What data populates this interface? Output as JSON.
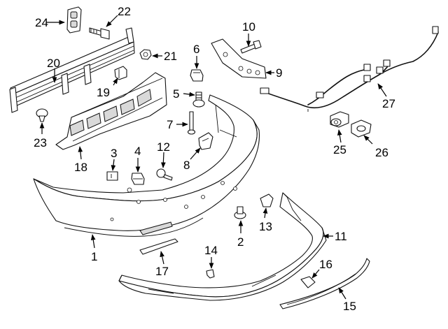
{
  "diagram": {
    "type": "exploded parts diagram",
    "callouts": [
      {
        "num": "1"
      },
      {
        "num": "2"
      },
      {
        "num": "3"
      },
      {
        "num": "4"
      },
      {
        "num": "5"
      },
      {
        "num": "6"
      },
      {
        "num": "7"
      },
      {
        "num": "8"
      },
      {
        "num": "9"
      },
      {
        "num": "10"
      },
      {
        "num": "11"
      },
      {
        "num": "12"
      },
      {
        "num": "13"
      },
      {
        "num": "14"
      },
      {
        "num": "15"
      },
      {
        "num": "16"
      },
      {
        "num": "17"
      },
      {
        "num": "18"
      },
      {
        "num": "19"
      },
      {
        "num": "20"
      },
      {
        "num": "21"
      },
      {
        "num": "22"
      },
      {
        "num": "23"
      },
      {
        "num": "24"
      },
      {
        "num": "25"
      },
      {
        "num": "26"
      },
      {
        "num": "27"
      }
    ]
  },
  "colors": {
    "line": "#111111",
    "background": "#ffffff",
    "shade": "#d9d9d9"
  }
}
